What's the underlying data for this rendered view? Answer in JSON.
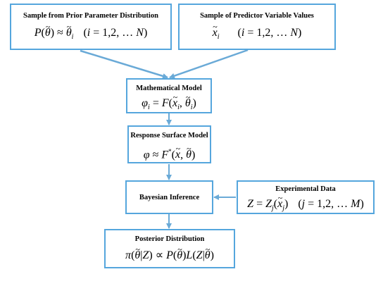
{
  "nodes": {
    "prior": {
      "title": "Sample from Prior Parameter Distribution"
    },
    "predictor": {
      "title": "Sample of Predictor Variable Values"
    },
    "model": {
      "title": "Mathematical Model"
    },
    "surface": {
      "title": "Response Surface Model"
    },
    "bayes": {
      "title": "Bayesian Inference"
    },
    "experimental": {
      "title": "Experimental Data"
    },
    "posterior": {
      "title": "Posterior Distribution"
    }
  },
  "colors": {
    "box_border": "#55a6dd",
    "arrow": "#6aaad7"
  }
}
